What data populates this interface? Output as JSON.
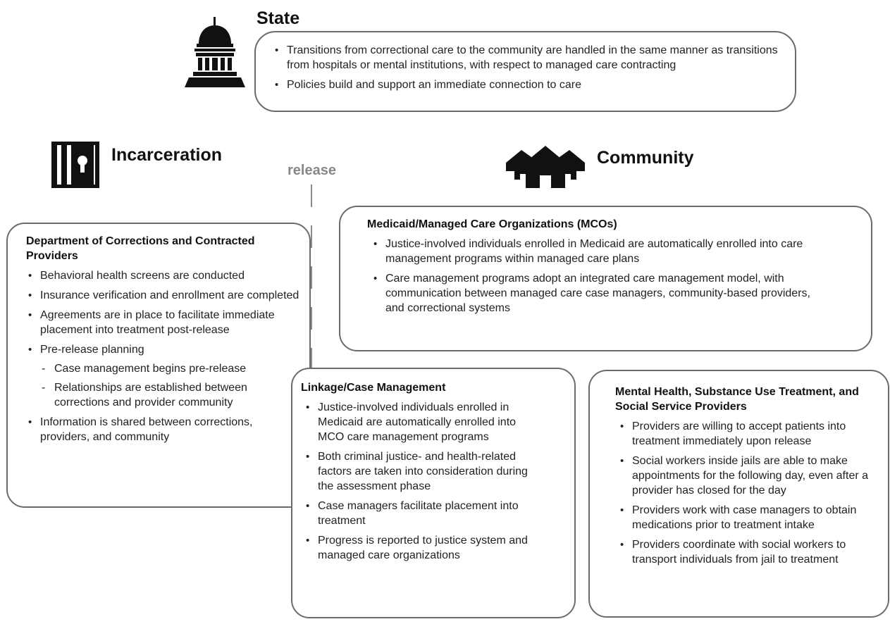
{
  "state": {
    "title": "State",
    "icon": "capitol-icon",
    "bullets": [
      "Transitions from correctional care to the community are handled in the same manner as transitions from hospitals or mental institutions, with respect to managed care contracting",
      "Policies build and support an immediate connection to care"
    ]
  },
  "incarceration": {
    "title": "Incarceration",
    "icon": "jail-icon"
  },
  "release_label": "release",
  "community": {
    "title": "Community",
    "icon": "houses-icon"
  },
  "doc": {
    "title": "Department of Corrections and Contracted Providers",
    "bullets": [
      "Behavioral health screens are conducted",
      "Insurance verification and enrollment are completed",
      "Agreements are in place to facilitate immediate placement into treatment post-release",
      "Pre-release planning"
    ],
    "sub_bullets": [
      "Case management begins pre-release",
      "Relationships are established between corrections and provider community"
    ],
    "last_bullet": "Information is shared between corrections, providers, and community"
  },
  "mco": {
    "title": "Medicaid/Managed Care Organizations (MCOs)",
    "bullets": [
      "Justice-involved individuals enrolled in Medicaid are automatically enrolled into care management programs within managed care plans",
      "Care management programs adopt an integrated care management model, with communication between managed care case managers, community-based providers, and correctional systems"
    ]
  },
  "linkage": {
    "title": "Linkage/Case Management",
    "bullets": [
      "Justice-involved individuals enrolled in Medicaid are automatically enrolled into MCO care management programs",
      "Both criminal justice- and health-related factors are taken into consideration during the assessment phase",
      "Case managers facilitate placement into treatment",
      "Progress is reported to justice system and managed care organizations"
    ]
  },
  "providers": {
    "title": "Mental Health, Substance Use Treatment, and Social Service Providers",
    "bullets": [
      "Providers are willing to accept patients into treatment immediately upon release",
      "Social workers inside jails are able to make appointments for the following day, even after a provider has closed for the day",
      "Providers work with case managers to obtain medications prior to treatment intake",
      "Providers coordinate with social workers to transport individuals from jail to treatment"
    ]
  },
  "colors": {
    "border": "#6b6b6b",
    "icon": "#111111",
    "release": "#888888"
  }
}
